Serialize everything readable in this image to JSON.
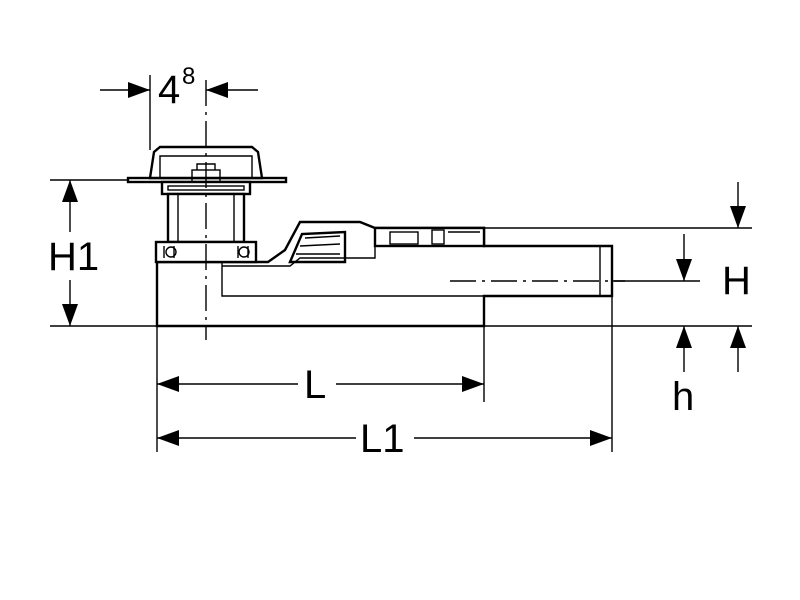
{
  "dimensions": {
    "offset": {
      "main": "4",
      "sup": "8"
    },
    "H1": "H1",
    "H": "H",
    "h": "h",
    "L": "L",
    "L1": "L1"
  }
}
